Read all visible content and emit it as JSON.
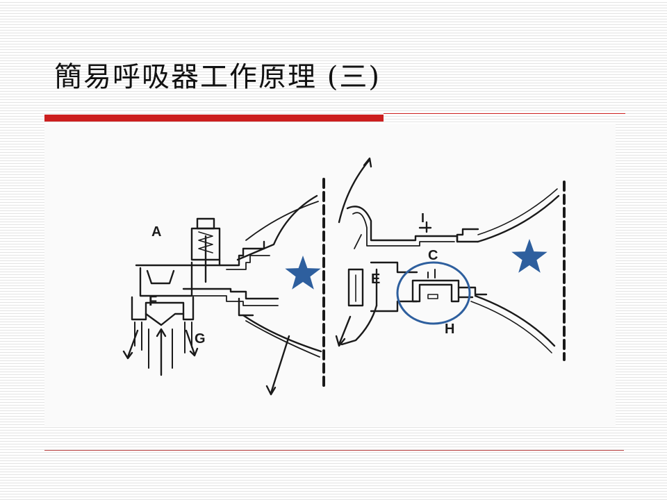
{
  "slide": {
    "title": "簡易呼吸器工作原理 (三)"
  },
  "diagram": {
    "labels": {
      "a": "A",
      "c": "C",
      "e": "E",
      "f": "F",
      "g": "G",
      "h": "H",
      "i": "I"
    },
    "star_color": "#2e5f9e",
    "highlight_color": "#2e5f9e",
    "line_color": "#1a1a1a"
  },
  "theme": {
    "accent": "#cc1f1f"
  }
}
